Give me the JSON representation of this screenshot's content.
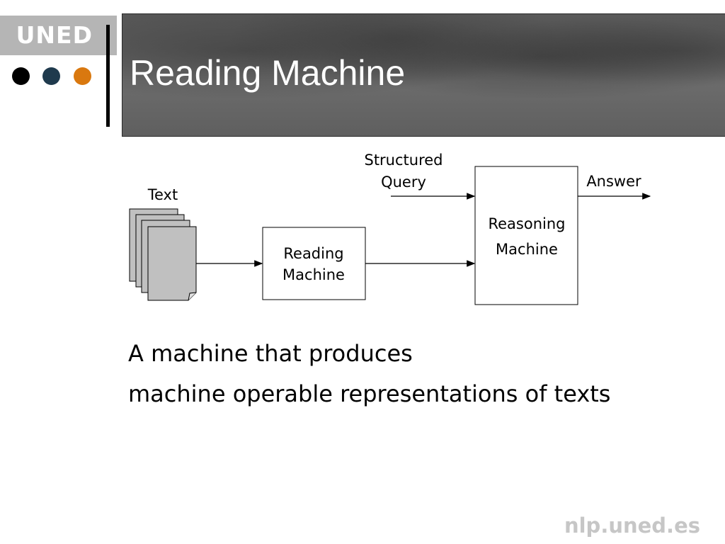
{
  "logo": {
    "text": "UNED",
    "dot_colors": [
      "#000000",
      "#1f3a4d",
      "#d9780f"
    ]
  },
  "title": "Reading Machine",
  "diagram": {
    "text_label": "Text",
    "reading_machine": {
      "line1": "Reading",
      "line2": "Machine"
    },
    "structured_query": {
      "line1": "Structured",
      "line2": "Query"
    },
    "reasoning_machine": {
      "line1": "Reasoning",
      "line2": "Machine"
    },
    "answer_label": "Answer"
  },
  "description": {
    "line1": "A machine that produces",
    "line2": "machine operable representations of texts"
  },
  "footer": "nlp.uned.es"
}
